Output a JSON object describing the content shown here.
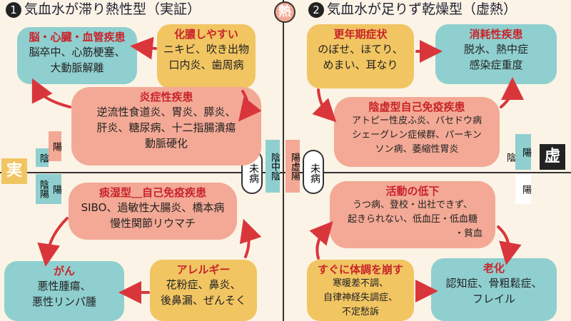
{
  "header_left": {
    "number": "1",
    "text": "気血水が滞り熱性型（実証）"
  },
  "header_right": {
    "number": "2",
    "text": "気血水が足りず乾燥型（虚熱）"
  },
  "top_center_label": "熱",
  "corner_left": "実",
  "corner_right": "虚",
  "left_tags": {
    "upper": "陽",
    "mid": "陰",
    "lower_left": "陰陽",
    "lower_right": "陽"
  },
  "right_tags": {
    "upper": "陽",
    "mid": "陰",
    "lower": "陽"
  },
  "center": {
    "left_circle": "未病",
    "mid_tag": "陰中陰",
    "right_tag": "陽虚陽",
    "right_circle": "未病"
  },
  "boxes": {
    "nou": {
      "title": "脳・心臓・血管疾患",
      "lines": [
        "脳卒中、心筋梗塞、",
        "大動脈解離"
      ]
    },
    "kano": {
      "title": "化膿しやすい",
      "lines": [
        "ニキビ、吹き出物",
        "口内炎、歯周病"
      ]
    },
    "ensho": {
      "title": "炎症性疾患",
      "lines": [
        "逆流性食道炎、胃炎、膵炎、",
        "肝炎、糖尿病、十二指腸潰瘍",
        "動脈硬化"
      ]
    },
    "tanshitsu": {
      "title": "痰湿型＿自己免疫疾患",
      "lines": [
        "SIBO、過敏性大腸炎、橋本病",
        "慢性関節リウマチ"
      ]
    },
    "gan": {
      "title": "がん",
      "lines": [
        "悪性腫瘍、",
        "悪性リンパ腫"
      ]
    },
    "allergy": {
      "title": "アレルギー",
      "lines": [
        "花粉症、鼻炎、",
        "後鼻漏、ぜんそく"
      ]
    },
    "kounenki": {
      "title": "更年期症状",
      "lines": [
        "のぼせ、ほてり、",
        "めまい、耳なり"
      ]
    },
    "shomo": {
      "title": "消耗性疾患",
      "lines": [
        "脱水、熱中症",
        "感染症重度"
      ]
    },
    "inkyo": {
      "title": "陰虚型自己免疫疾患",
      "lines": [
        "アトピー性皮ふ炎、バセドウ病",
        "シェーグレン症候群、パーキン",
        "ソン病、萎縮性胃炎"
      ]
    },
    "katsudo": {
      "title": "活動の低下",
      "lines": [
        "うつ病、登校・出社できず、",
        "起きられない、低血圧・低血糖",
        "・貧血"
      ]
    },
    "taicho": {
      "title": "すぐに体調を崩す",
      "lines": [
        "寒暖差不調、",
        "自律神経失調症、",
        "不定愁訴"
      ]
    },
    "rouka": {
      "title": "老化",
      "lines": [
        "認知症、骨粗鬆症、",
        "フレイル"
      ]
    }
  },
  "colors": {
    "teal": "#8fcfcf",
    "yellow": "#f1c562",
    "pink": "#f3a995",
    "red": "#c8242a",
    "background": "#fbf3e6"
  }
}
